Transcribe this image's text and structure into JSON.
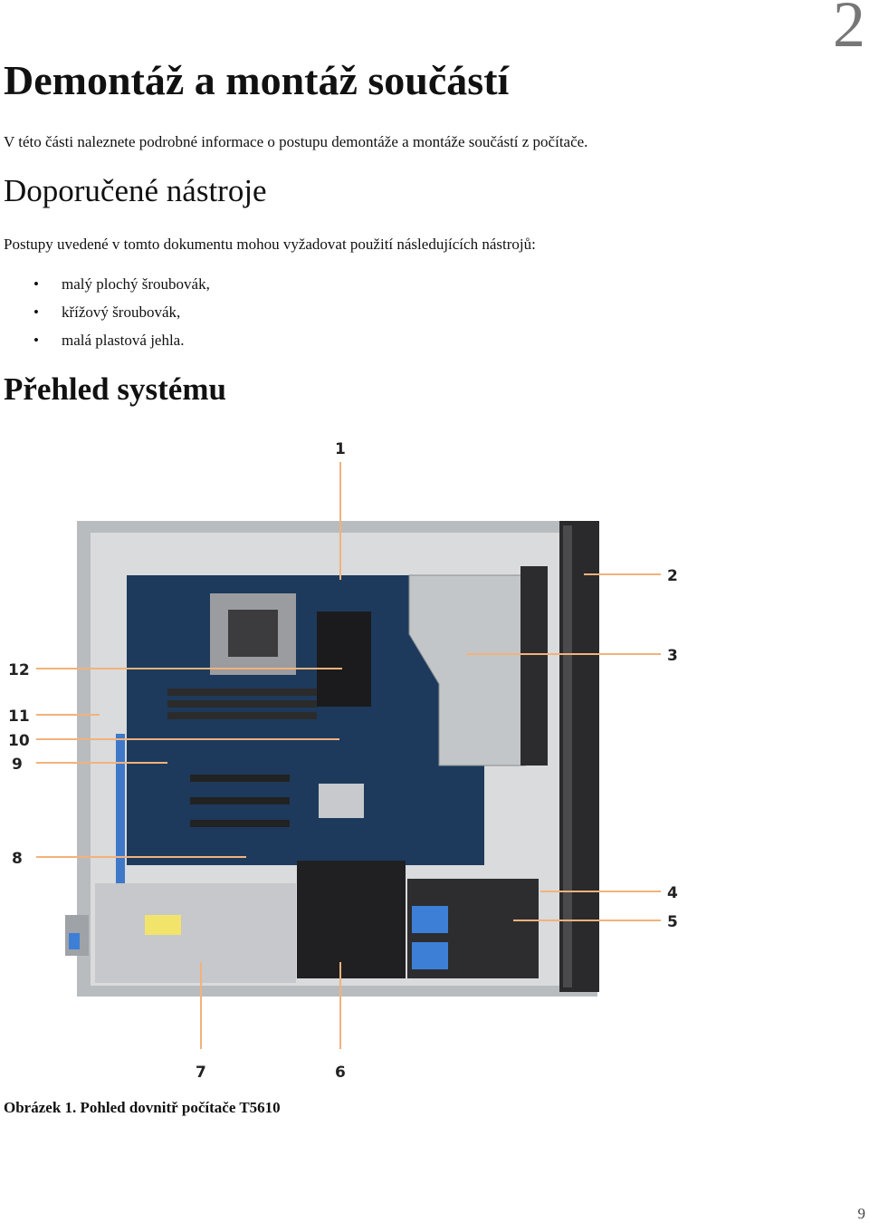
{
  "chapter_number": "2",
  "title": "Demontáž a montáž součástí",
  "intro": "V této části naleznete podrobné informace o postupu demontáže a montáže součástí z počítače.",
  "tools_section": {
    "heading": "Doporučené nástroje",
    "lead": "Postupy uvedené v tomto dokumentu mohou vyžadovat použití následujících nástrojů:",
    "items": [
      "malý plochý šroubovák,",
      "křížový šroubovák,",
      "malá plastová jehla."
    ]
  },
  "overview_section": {
    "heading": "Přehled systému",
    "callouts": [
      "1",
      "2",
      "3",
      "4",
      "5",
      "6",
      "7",
      "8",
      "9",
      "10",
      "11",
      "12"
    ],
    "callout_color": "#f2b27c",
    "caption": "Obrázek 1. Pohled dovnitř počítače T5610"
  },
  "page_number": "9"
}
